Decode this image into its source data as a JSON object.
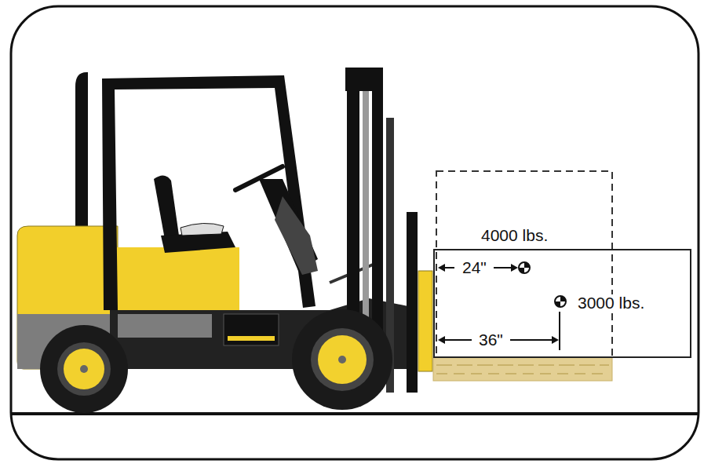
{
  "diagram": {
    "labels": [
      "4000 lbs.",
      "24\"",
      "3000 lbs.",
      "36\""
    ]
  }
}
